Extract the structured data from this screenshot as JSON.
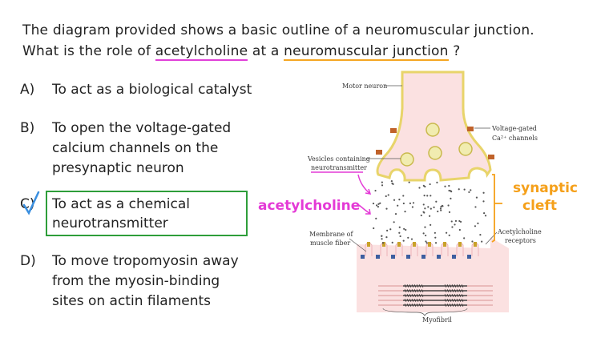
{
  "question": {
    "line1": "The diagram provided shows a basic outline of a neuromuscular junction.",
    "line2_pre": "What is the role of ",
    "line2_term1": "acetylcholine",
    "line2_mid": " at a ",
    "line2_term2": "neuromuscular junction",
    "line2_post": " ?"
  },
  "options": [
    {
      "key": "A)",
      "lines": [
        "To act as a biological catalyst"
      ]
    },
    {
      "key": "B)",
      "lines": [
        "To open the voltage-gated",
        "calcium channels on the",
        "presynaptic neuron"
      ]
    },
    {
      "key": "C)",
      "lines": [
        "To act as a chemical",
        "neurotransmitter"
      ],
      "correct": true
    },
    {
      "key": "D)",
      "lines": [
        "To move tropomyosin away",
        "from the myosin-binding",
        "sites on actin filaments"
      ]
    }
  ],
  "diagram": {
    "labels": {
      "motor_neuron": "Motor neuron",
      "vg_1": "Voltage-gated",
      "vg_2": "Ca²⁺ channels",
      "ves_1": "Vesicles containing",
      "ves_2": "neurotransmitter",
      "mem_1": "Membrane of",
      "mem_2": "muscle fiber",
      "ach_1": "Acetylcholine",
      "ach_2": "receptors",
      "myofibril": "Myofibril"
    },
    "annotations": {
      "acetylcholine": "acetylcholine",
      "cleft_1": "synaptic",
      "cleft_2": "cleft"
    }
  },
  "colors": {
    "correct": "#2e9e3a",
    "magenta": "#e43ad6",
    "orange": "#f5a01a",
    "membrane": "#e8d46a",
    "tissue": "#fbe1e1"
  }
}
